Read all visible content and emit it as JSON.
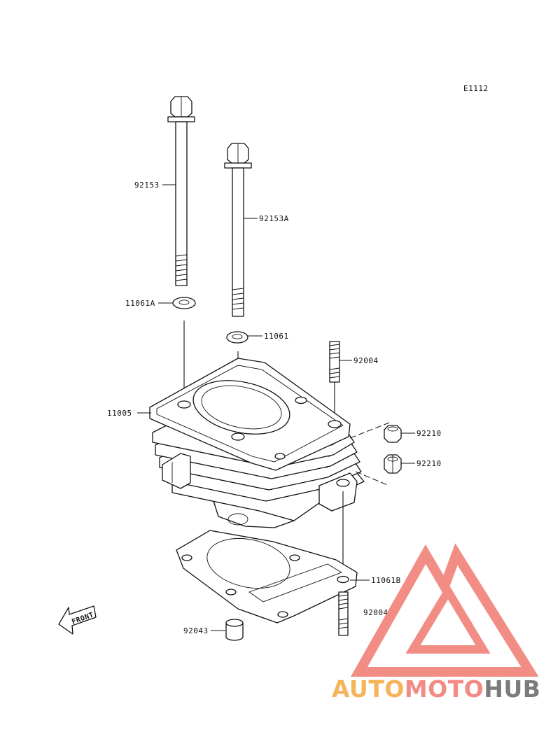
{
  "diagram_code": "E1112",
  "labels": {
    "bolt_long": "92153",
    "bolt_short": "92153A",
    "washer_left": "11061A",
    "washer_right": "11061",
    "stud_top": "92004",
    "cylinder": "11005",
    "nut_upper": "92210",
    "nut_lower": "92210",
    "washer_bottom": "11061B",
    "stud_bottom": "92004",
    "dowel_pin": "92043"
  },
  "front_marker": "FRONT",
  "watermark": {
    "part1": "AUTO",
    "part2": "MOTO",
    "part3": "HUB",
    "color1": "#f4b45a",
    "color2": "#f28b83",
    "color3": "#7b7b7b",
    "logo_color": "#f07a72"
  }
}
